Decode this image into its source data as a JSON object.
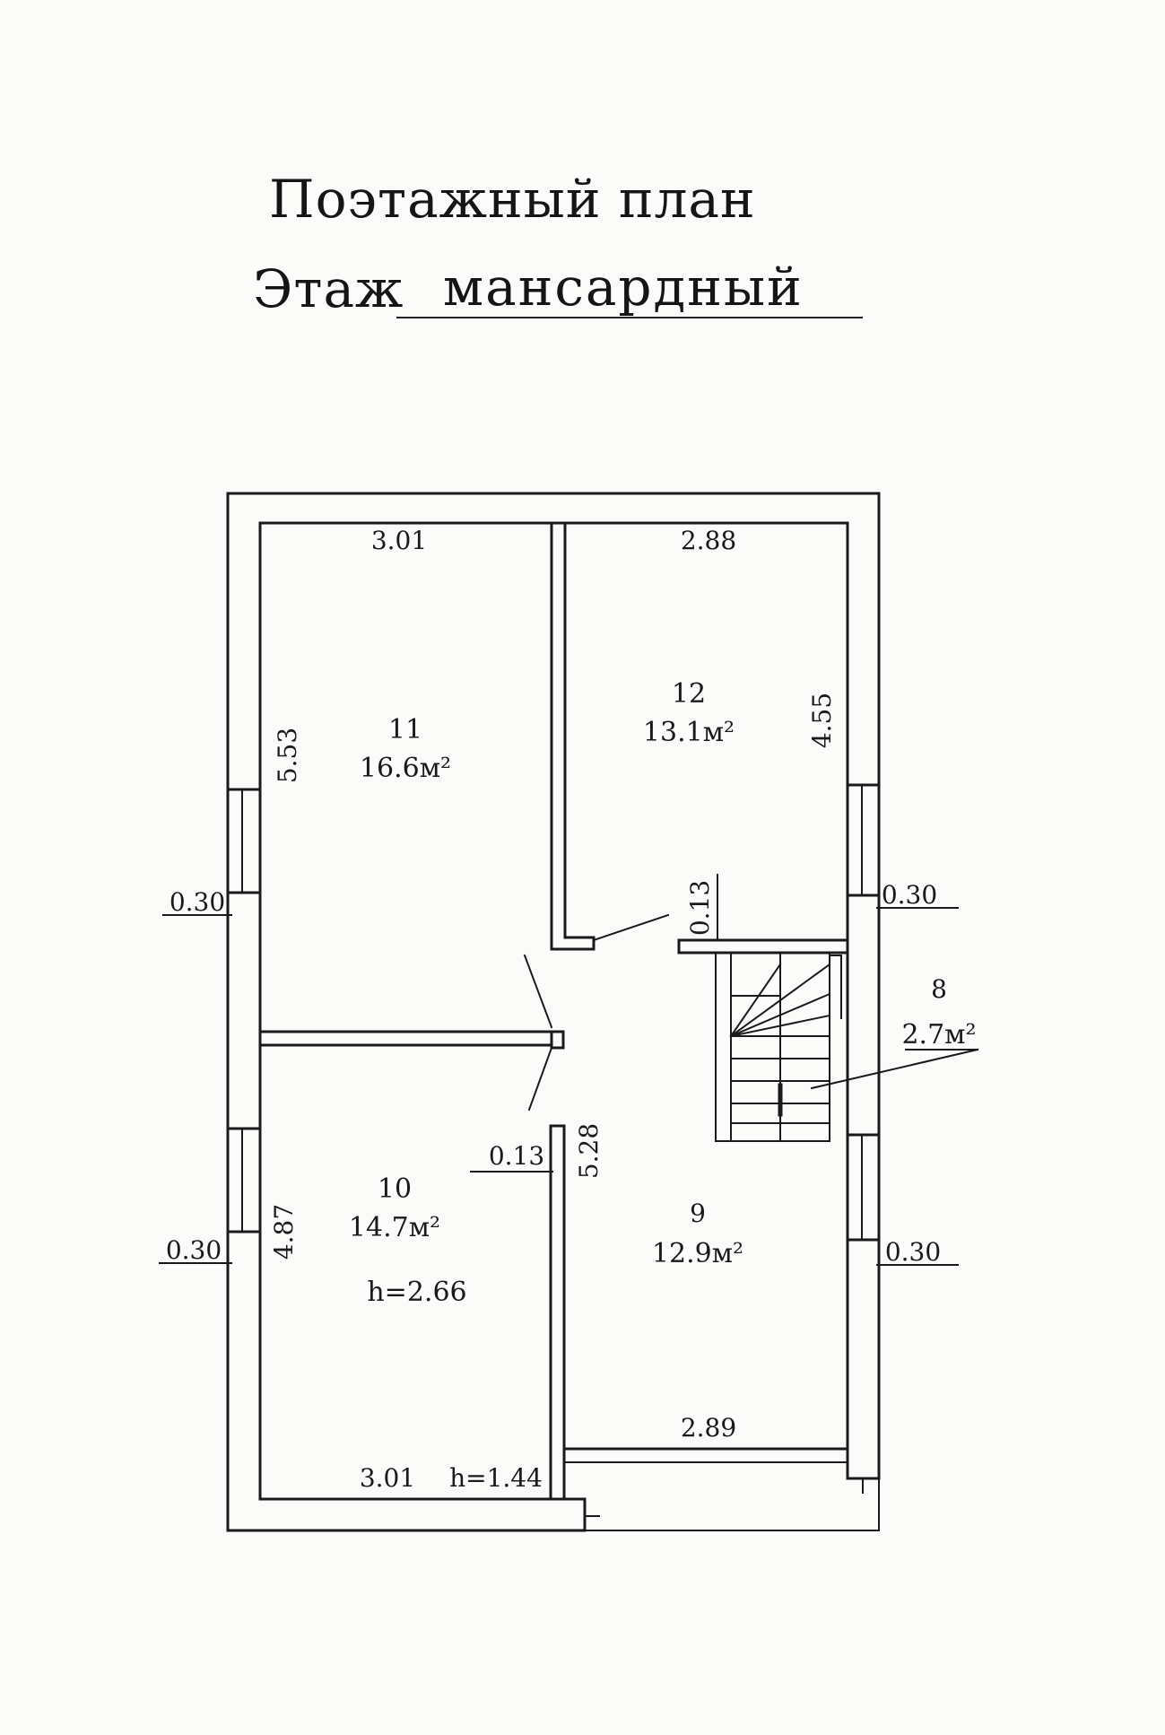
{
  "header": {
    "title": "Поэтажный план",
    "floor_label": "Этаж",
    "floor_value": "мансардный"
  },
  "rooms": [
    {
      "number": "11",
      "area": "16.6м²"
    },
    {
      "number": "12",
      "area": "13.1м²"
    },
    {
      "number": "8",
      "area": "2.7м²"
    },
    {
      "number": "10",
      "area": "14.7м²",
      "height": "h=2.66"
    },
    {
      "number": "9",
      "area": "12.9м²"
    }
  ],
  "dimensions": {
    "room11_width": "3.01",
    "room11_length": "5.53",
    "room12_width": "2.88",
    "room12_length": "4.55",
    "partition_upper": "0.13",
    "partition_lower": "0.13",
    "wall_left_upper": "0.30",
    "wall_left_lower": "0.30",
    "wall_right_upper": "0.30",
    "wall_right_lower": "0.30",
    "room10_length": "4.87",
    "room10_width": "3.01",
    "room10_low_height": "h=1.44",
    "room9_length": "5.28",
    "room9_width": "2.89"
  },
  "colors": {
    "ink": "#1a1a1a",
    "paper": "#fbfbfa"
  }
}
